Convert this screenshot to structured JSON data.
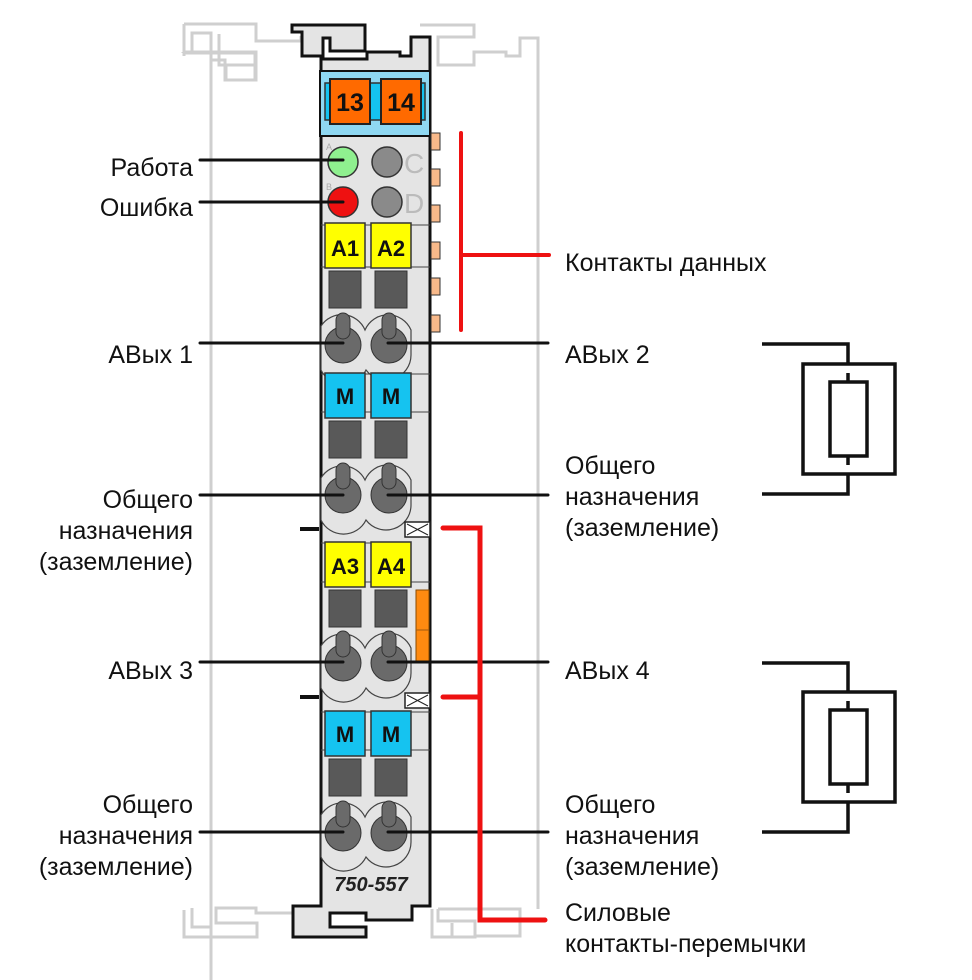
{
  "module": {
    "model": "750-557",
    "top_terminals": [
      "13",
      "14"
    ],
    "leds": [
      {
        "letter": "A",
        "color": "#8ff08f",
        "label": "Работа"
      },
      {
        "letter": "B",
        "color": "#ee1111",
        "label": "Ошибка"
      },
      {
        "letter": "C",
        "color": "#8a8a8a"
      },
      {
        "letter": "D",
        "color": "#8a8a8a"
      }
    ],
    "tags": {
      "row1": [
        "A1",
        "A2"
      ],
      "row2": [
        "M",
        "M"
      ],
      "row3": [
        "A3",
        "A4"
      ],
      "row4": [
        "M",
        "M"
      ]
    }
  },
  "labels": {
    "left": {
      "work": "Работа",
      "error": "Ошибка",
      "aout1": "АВых 1",
      "common1": [
        "Общего",
        "назначения",
        "(заземление)"
      ],
      "aout3": "АВых 3",
      "common3": [
        "Общего",
        "назначения",
        "(заземление)"
      ]
    },
    "right": {
      "data_contacts": "Контакты данных",
      "aout2": "АВых 2",
      "common2": [
        "Общего",
        "назначения",
        "(заземление)"
      ],
      "aout4": "АВых 4",
      "common4": [
        "Общего",
        "назначения",
        "(заземление)"
      ],
      "power_jumpers": [
        "Силовые",
        "контакты-перемычки"
      ]
    }
  },
  "colors": {
    "housing": "#e4e4e4",
    "terminal_orange": "#ff6a00",
    "top_strip_blue": "#8fd8f2",
    "tag_yellow": "#ffff00",
    "tag_blue": "#15c3f0",
    "callout_red": "#ee1111",
    "contact_peach": "#f8b98a",
    "ghost_outline": "#cfcfcf"
  },
  "icons": {
    "load_symbol": "resistor-load-icon"
  }
}
